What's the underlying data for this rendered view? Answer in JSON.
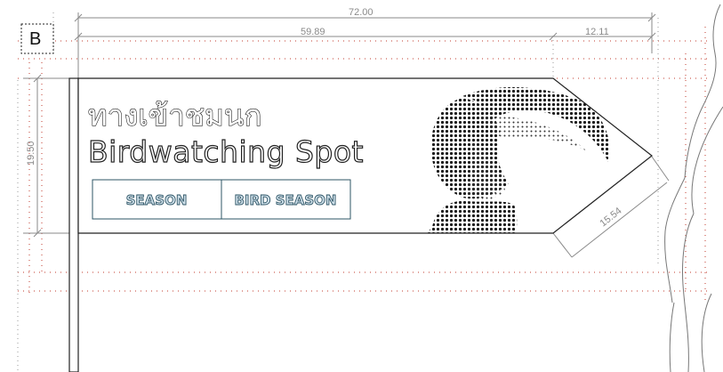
{
  "view_label": "B",
  "dimensions": {
    "total_width": "72.00",
    "body_width": "59.89",
    "point_width": "12.11",
    "sign_height": "19.50",
    "point_edge": "15.54"
  },
  "sign": {
    "title_thai": "ทางเข้าชมนก",
    "title_english": "Birdwatching Spot",
    "season_label": "SEASON",
    "season_value": "BIRD SEASON",
    "graphic": "hornbill-head-halftone"
  },
  "colors": {
    "outline": "#222222",
    "dimension": "#8a8a8a",
    "guide_red": "#c0392b",
    "box_border": "#2e5566",
    "box_fill_text": "#cfe0ea"
  }
}
